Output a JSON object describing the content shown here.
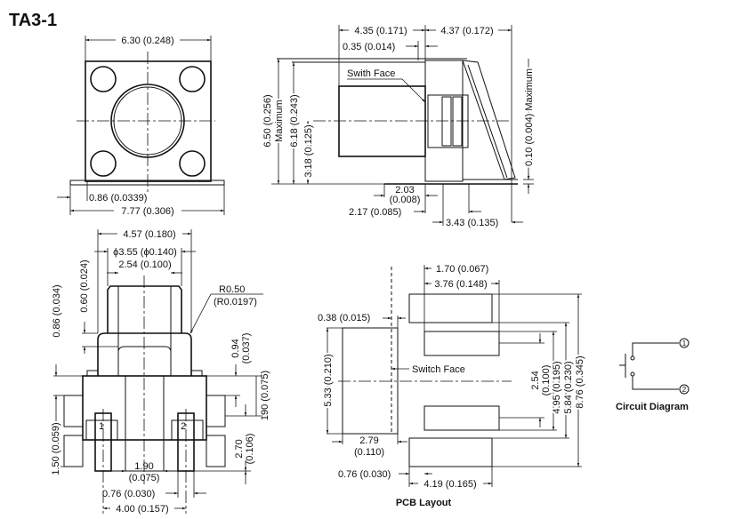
{
  "title": "TA3-1",
  "top_view": {
    "width_dim": "6.30 (0.248)",
    "offset_dim": "0.86 (0.0339)",
    "overall_dim": "7.77 (0.306)"
  },
  "side_view": {
    "dim_left_width": "4.35 (0.171)",
    "dim_right_width": "4.37 (0.172)",
    "dim_gap": "0.35 (0.014)",
    "dim_height_max": "6.50 (0.256)",
    "maximum_label": "Maximum",
    "dim_height": "6.18 (0.243)",
    "dim_center": "3.18 (0.125)",
    "face_label": "Swith Face",
    "dim_clearance": "0.10 (0.004) Maximum",
    "dim_203_a": "2.03",
    "dim_203_b": "(0.008)",
    "dim_217": "2.17 (0.085)",
    "dim_343": "3.43 (0.135)"
  },
  "front_view": {
    "dim_457": "4.57 (0.180)",
    "dim_355": "ϕ3.55 (ϕ0.140)",
    "dim_254": "2.54 (0.100)",
    "radius_a": "R0.50",
    "radius_b": "(R0.0197)",
    "dim_060": "0.60 (0.024)",
    "dim_086": "0.86 (0.034)",
    "dim_094_a": "0.94",
    "dim_094_b": "(0.037)",
    "dim_190v": "190 (0.075)",
    "dim_150": "1.50 (0.059)",
    "dim_270_a": "2.70",
    "dim_270_b": "(0.106)",
    "dim_190_a": "1.90",
    "dim_190_b": "(0.075)",
    "dim_076": "0.76 (0.030)",
    "dim_400": "4.00 (0.157)",
    "pin1": "1",
    "pin2": "2"
  },
  "pcb_layout": {
    "dim_170": "1.70 (0.067)",
    "dim_376": "3.76 (0.148)",
    "dim_038": "0.38 (0.015)",
    "face_label": "Switch Face",
    "dim_533": "5.33 (0.210)",
    "dim_279_a": "2.79",
    "dim_279_b": "(0.110)",
    "dim_076": "0.76 (0.030)",
    "dim_419": "4.19 (0.165)",
    "dim_254_a": "2.54",
    "dim_254_b": "(0.100)",
    "dim_495": "4.95 (0.195)",
    "dim_584": "5.84 (0.230)",
    "dim_876": "8.76 (0.345)",
    "caption": "PCB Layout"
  },
  "circuit": {
    "terminal1": "1",
    "terminal2": "2",
    "caption": "Circuit Diagram"
  }
}
